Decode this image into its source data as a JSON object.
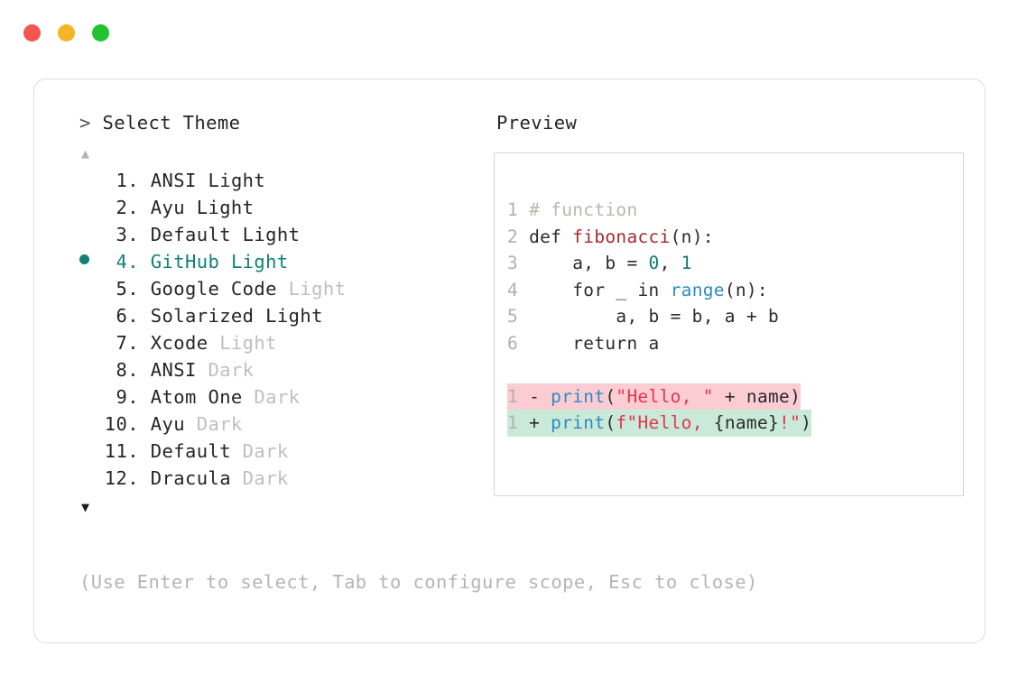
{
  "window": {
    "dots": [
      {
        "name": "close",
        "color": "#f5554f"
      },
      {
        "name": "minimize",
        "color": "#f5b527"
      },
      {
        "name": "maximize",
        "color": "#22c32e"
      }
    ]
  },
  "left_panel": {
    "prompt_symbol": ">",
    "title": "Select Theme",
    "scroll_up_glyph": "▲",
    "scroll_down_glyph": "▼",
    "selected_index": 4,
    "selected_bullet": "●",
    "items": [
      {
        "num": "1.",
        "name": "ANSI",
        "variant": " Light",
        "variant_dim": false,
        "selected": false
      },
      {
        "num": "2.",
        "name": "Ayu",
        "variant": " Light",
        "variant_dim": false,
        "selected": false
      },
      {
        "num": "3.",
        "name": "Default",
        "variant": " Light",
        "variant_dim": false,
        "selected": false
      },
      {
        "num": "4.",
        "name": "GitHub",
        "variant": " Light",
        "variant_dim": false,
        "selected": true
      },
      {
        "num": "5.",
        "name": "Google Code",
        "variant": " Light",
        "variant_dim": true,
        "selected": false
      },
      {
        "num": "6.",
        "name": "Solarized",
        "variant": " Light",
        "variant_dim": false,
        "selected": false
      },
      {
        "num": "7.",
        "name": "Xcode",
        "variant": " Light",
        "variant_dim": true,
        "selected": false
      },
      {
        "num": "8.",
        "name": "ANSI",
        "variant": " Dark",
        "variant_dim": true,
        "selected": false
      },
      {
        "num": "9.",
        "name": "Atom One",
        "variant": " Dark",
        "variant_dim": true,
        "selected": false
      },
      {
        "num": "10.",
        "name": "Ayu",
        "variant": " Dark",
        "variant_dim": true,
        "selected": false
      },
      {
        "num": "11.",
        "name": "Default",
        "variant": " Dark",
        "variant_dim": true,
        "selected": false
      },
      {
        "num": "12.",
        "name": "Dracula",
        "variant": " Dark",
        "variant_dim": true,
        "selected": false
      }
    ]
  },
  "right_panel": {
    "label": "Preview",
    "code": {
      "line1": {
        "num": "1",
        "comment": " # function"
      },
      "line2": {
        "num": "2",
        "kw": " def ",
        "fn": "fibonacci",
        "rest": "(n):"
      },
      "line3": {
        "num": "3",
        "pre": "     a, b = ",
        "n0": "0",
        "mid": ", ",
        "n1": "1"
      },
      "line4": {
        "num": "4",
        "pre": "     for _ in ",
        "builtin": "range",
        "rest": "(n):"
      },
      "line5": {
        "num": "5",
        "text": "         a, b = b, a + b"
      },
      "line6": {
        "num": "6",
        "text": "     return a"
      }
    },
    "diff": {
      "removed": {
        "num": "1",
        "sign": " - ",
        "call": "print",
        "open": "(",
        "str": "\"Hello, \"",
        "tail": " + name)"
      },
      "added": {
        "num": "1",
        "sign": " + ",
        "call": "print",
        "open": "(",
        "str_a": "f\"Hello, ",
        "brace": "{name}",
        "str_b": "!\"",
        "tail": ")"
      }
    }
  },
  "footer": {
    "hint": "(Use Enter to select, Tab to configure scope, Esc to close)"
  }
}
